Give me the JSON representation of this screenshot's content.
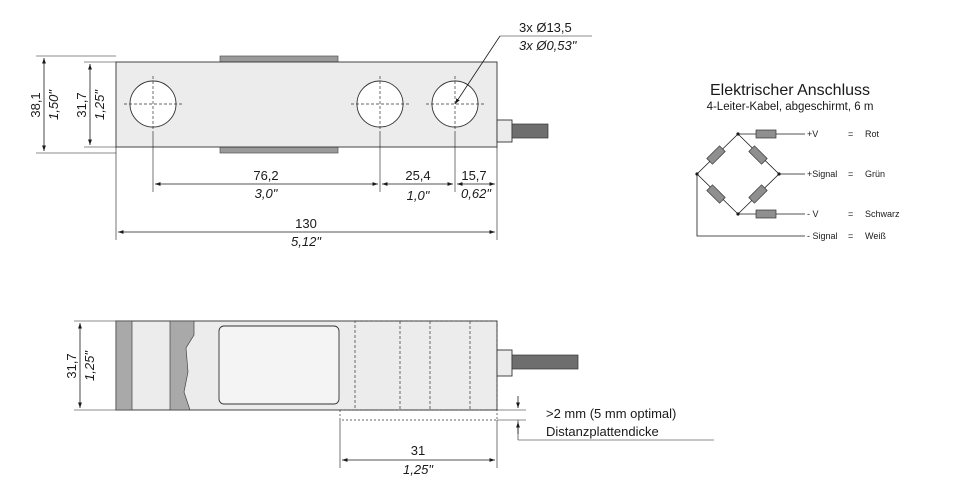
{
  "top_view": {
    "height_mm": "38,1",
    "height_in": "1,50\"",
    "inner_height_mm": "31,7",
    "inner_height_in": "1,25\"",
    "holes_label_mm": "3x Ø13,5",
    "holes_label_in": "3x Ø0,53\"",
    "dim_a_mm": "76,2",
    "dim_a_in": "3,0\"",
    "dim_b_mm": "25,4",
    "dim_b_in": "1,0\"",
    "dim_c_mm": "15,7",
    "dim_c_in": "0,62\"",
    "length_mm": "130",
    "length_in": "5,12\""
  },
  "side_view": {
    "height_mm": "31,7",
    "height_in": "1,25\"",
    "gap_label": ">2 mm (5 mm optimal)",
    "gap_name": "Distanzplattendicke",
    "width_mm": "31",
    "width_in": "1,25\""
  },
  "wiring": {
    "title": "Elektrischer Anschluss",
    "subtitle": "4-Leiter-Kabel, abgeschirmt, 6 m",
    "rows": [
      {
        "signal": "+V",
        "eq": "=",
        "color": "Rot"
      },
      {
        "signal": "+Signal",
        "eq": "=",
        "color": "Grün"
      },
      {
        "signal": "- V",
        "eq": "=",
        "color": "Schwarz"
      },
      {
        "signal": "- Signal",
        "eq": "=",
        "color": "Weiß"
      }
    ]
  }
}
